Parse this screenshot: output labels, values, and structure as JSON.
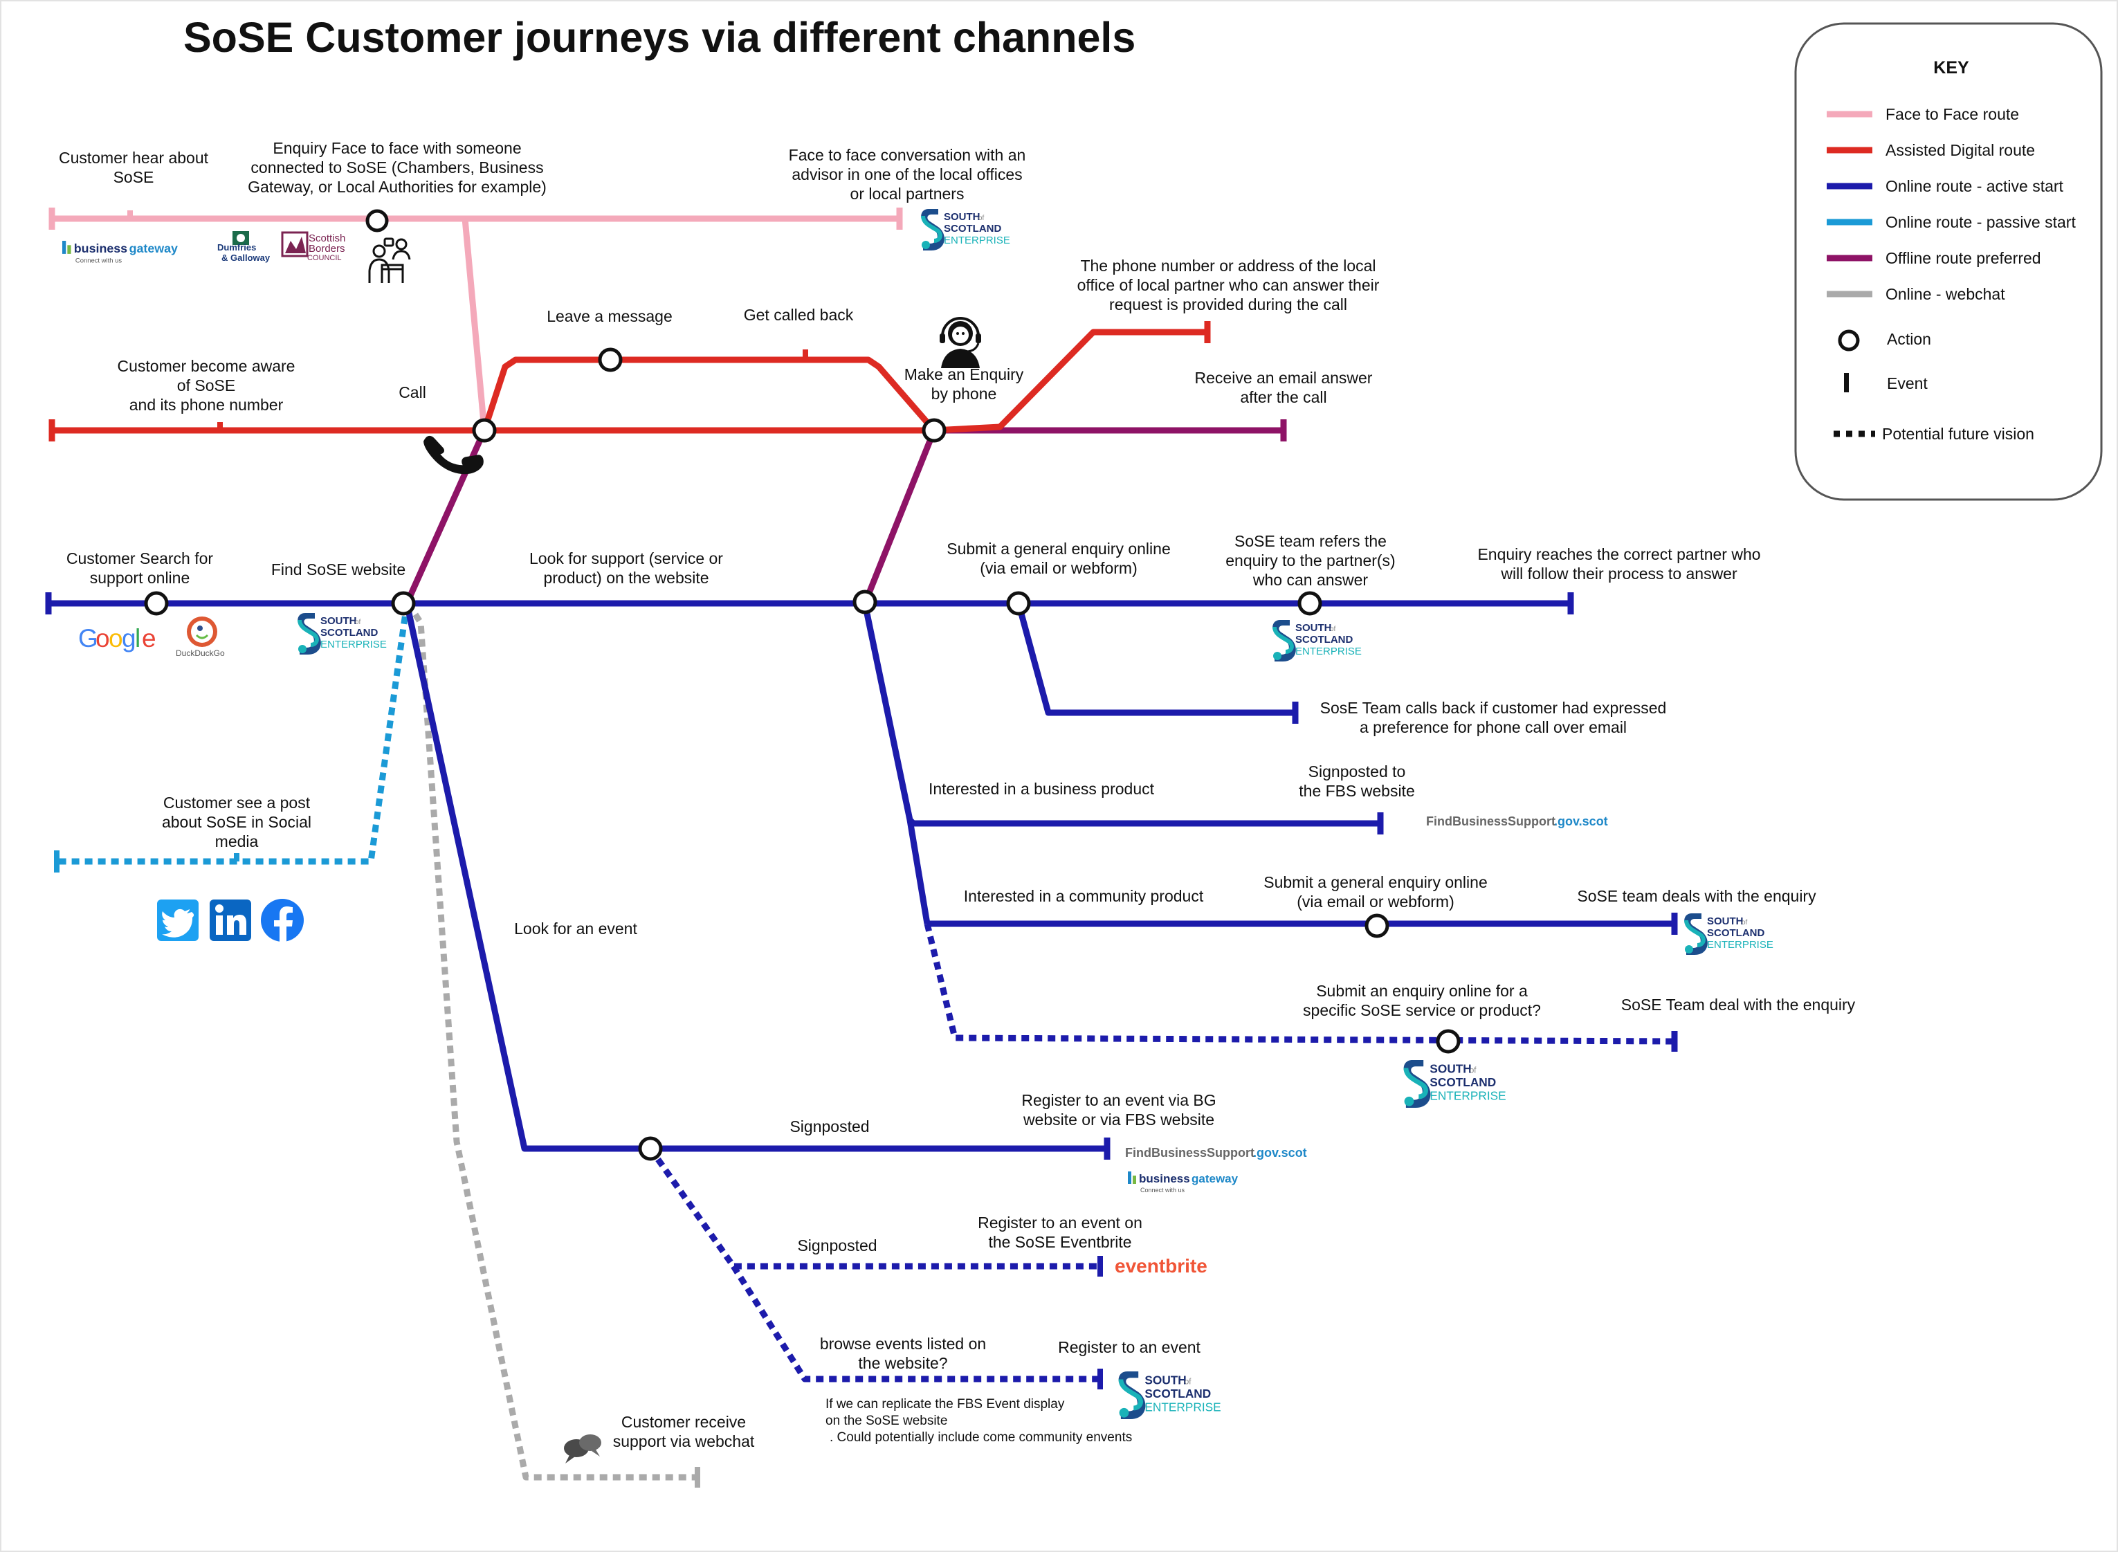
{
  "title": "SoSE Customer journeys via different channels",
  "colors": {
    "face_to_face": "#f4a9ba",
    "assisted_digital": "#dd2a22",
    "online_active": "#1c1bab",
    "online_passive": "#1b9ad6",
    "offline": "#8e1366",
    "webchat": "#aaaaaa",
    "text": "#111111"
  },
  "key": {
    "heading": "KEY",
    "items": [
      {
        "label": "Face to Face route",
        "color": "face_to_face"
      },
      {
        "label": "Assisted Digital route",
        "color": "assisted_digital"
      },
      {
        "label": "Online route - active start",
        "color": "online_active"
      },
      {
        "label": "Online route - passive start",
        "color": "online_passive"
      },
      {
        "label": "Offline route preferred",
        "color": "offline"
      },
      {
        "label": "Online - webchat",
        "color": "webchat"
      }
    ],
    "action_label": "Action",
    "event_label": "Event",
    "future_label": "Potential future vision"
  },
  "labels": {
    "hear_about": [
      "Customer hear about",
      "SoSE"
    ],
    "enquiry_f2f": [
      "Enquiry Face to face with someone",
      "connected to SoSE (Chambers, Business",
      "Gateway, or Local Authorities for example)"
    ],
    "f2f_conversation": [
      "Face to face conversation with an",
      "advisor in one of the local offices",
      "or local partners"
    ],
    "aware_phone": [
      "Customer become aware",
      "of  SoSE",
      "and its phone number"
    ],
    "call": [
      "Call"
    ],
    "leave_message": [
      "Leave a message"
    ],
    "called_back": [
      "Get called back"
    ],
    "enquiry_phone": [
      "Make an Enquiry",
      "by phone"
    ],
    "phone_number": [
      "The phone number or address of the local",
      "office of local partner who can answer their",
      "request is provided during the call"
    ],
    "email_answer": [
      "Receive an email answer",
      "after the call"
    ],
    "search_online": [
      "Customer Search for",
      "support online"
    ],
    "find_website": [
      "Find SoSE website"
    ],
    "look_support": [
      "Look for support (service or",
      "product) on the website"
    ],
    "submit_general": [
      "Submit a general enquiry online",
      "(via email or webform)"
    ],
    "team_refers": [
      "SoSE team refers the",
      "enquiry to the partner(s)",
      "who can answer"
    ],
    "reaches_partner": [
      "Enquiry reaches the correct partner who",
      "will follow their process to answer"
    ],
    "calls_back": [
      "SosE Team calls back if customer had expressed",
      "a preference for phone call over email"
    ],
    "business_product": [
      "Interested in a business product"
    ],
    "signposted_fbs": [
      "Signposted to",
      "the FBS website"
    ],
    "community_product": [
      "Interested in a community product"
    ],
    "submit_general2": [
      "Submit a general enquiry online",
      "(via email or webform)"
    ],
    "team_deals": [
      "SoSE team deals with the enquiry"
    ],
    "submit_specific": [
      "Submit an enquiry online for a",
      "specific SoSE service or product?"
    ],
    "team_deal2": [
      "SoSE Team deal with the enquiry"
    ],
    "social_post": [
      "Customer see a post",
      "about SoSE in Social",
      "media"
    ],
    "look_event": [
      "Look for an event"
    ],
    "signposted1": [
      "Signposted"
    ],
    "register_bg": [
      "Register to an event via BG",
      "website or via FBS website"
    ],
    "signposted2": [
      "Signposted"
    ],
    "register_eventbrite": [
      "Register to an event on",
      "the SoSE Eventbrite"
    ],
    "browse_events": [
      "browse events listed on",
      "the website?"
    ],
    "register_event": [
      "Register to an event"
    ],
    "replicate_note": [
      "If we can replicate the FBS Event display",
      "on the SoSE website",
      ". Could potentially include come community envents"
    ],
    "webchat": [
      "Customer receive",
      "support via webchat"
    ]
  },
  "logos": {
    "business_gateway": [
      "business",
      "gateway"
    ],
    "business_gateway_tag": "Connect with us",
    "dumfries": [
      "Dumfries",
      "& Galloway"
    ],
    "borders": [
      "Scottish",
      "Borders",
      "COUNCIL"
    ],
    "sose": [
      "SOUTH",
      "of",
      "SCOTLAND",
      "ENTERPRISE"
    ],
    "google": "Google",
    "duckduckgo": "DuckDuckGo",
    "fbs": [
      "FindBusinessSupport",
      ".gov.scot"
    ],
    "eventbrite": "eventbrite"
  },
  "icons": [
    "phone-icon",
    "operator-headset-icon",
    "meeting-people-icon",
    "twitter-icon",
    "linkedin-icon",
    "facebook-icon",
    "chat-bubbles-icon",
    "sose-logo-icon"
  ]
}
